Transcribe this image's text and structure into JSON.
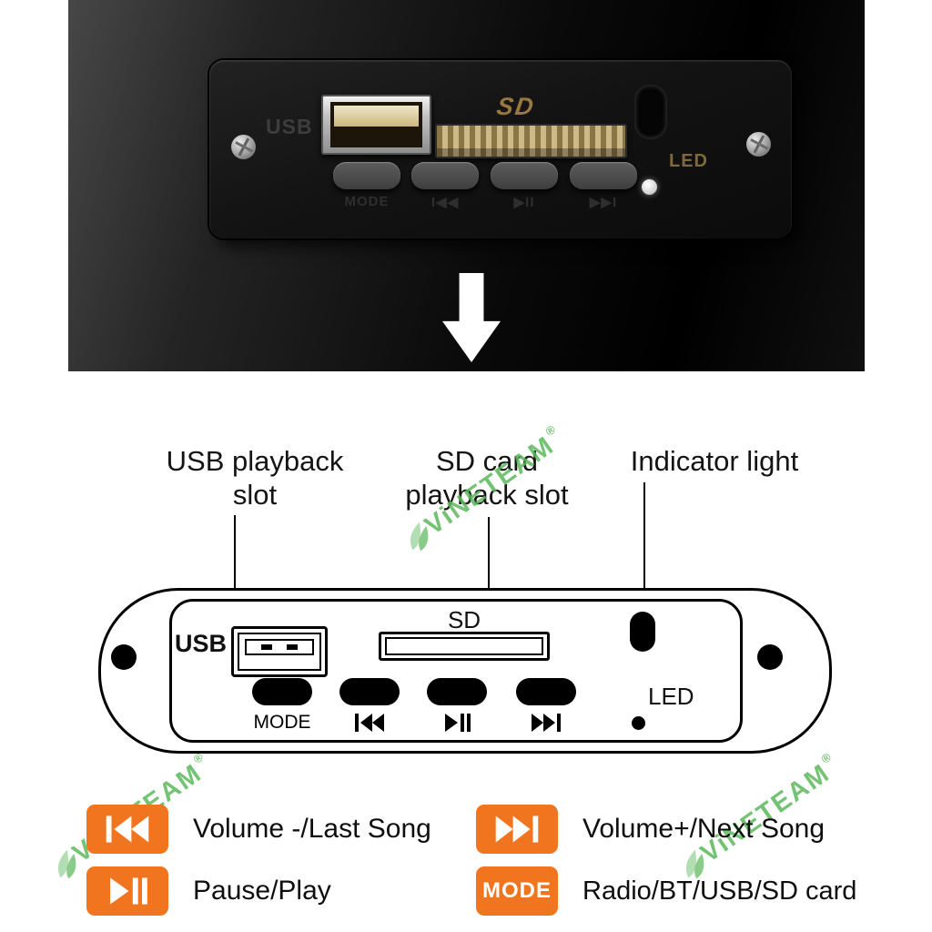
{
  "colors": {
    "accent_orange": "#f1751e",
    "watermark_green": "#5cb85c"
  },
  "watermark": {
    "text": "ViNETEAM",
    "registered": "®"
  },
  "photo_panel": {
    "usb_label": "USB",
    "sd_label": "SD",
    "led_label": "LED",
    "button_labels": [
      "MODE",
      "I◀◀",
      "▶II",
      "▶▶I"
    ]
  },
  "callouts": {
    "usb": {
      "line1": "USB playback",
      "line2": "slot"
    },
    "sd": {
      "line1": "SD card",
      "line2": "playback slot"
    },
    "indicator": {
      "line1": "Indicator light"
    }
  },
  "diagram": {
    "usb_label": "USB",
    "sd_label": "SD",
    "mode_label": "MODE",
    "led_label": "LED"
  },
  "legend": {
    "items": [
      {
        "icon": "previous-track-icon",
        "text": "Volume -/Last Song"
      },
      {
        "icon": "next-track-icon",
        "text": "Volume+/Next Song"
      },
      {
        "icon": "play-pause-icon",
        "text": "Pause/Play"
      },
      {
        "icon": "mode-badge",
        "label": "MODE",
        "text": "Radio/BT/USB/SD card"
      }
    ]
  }
}
